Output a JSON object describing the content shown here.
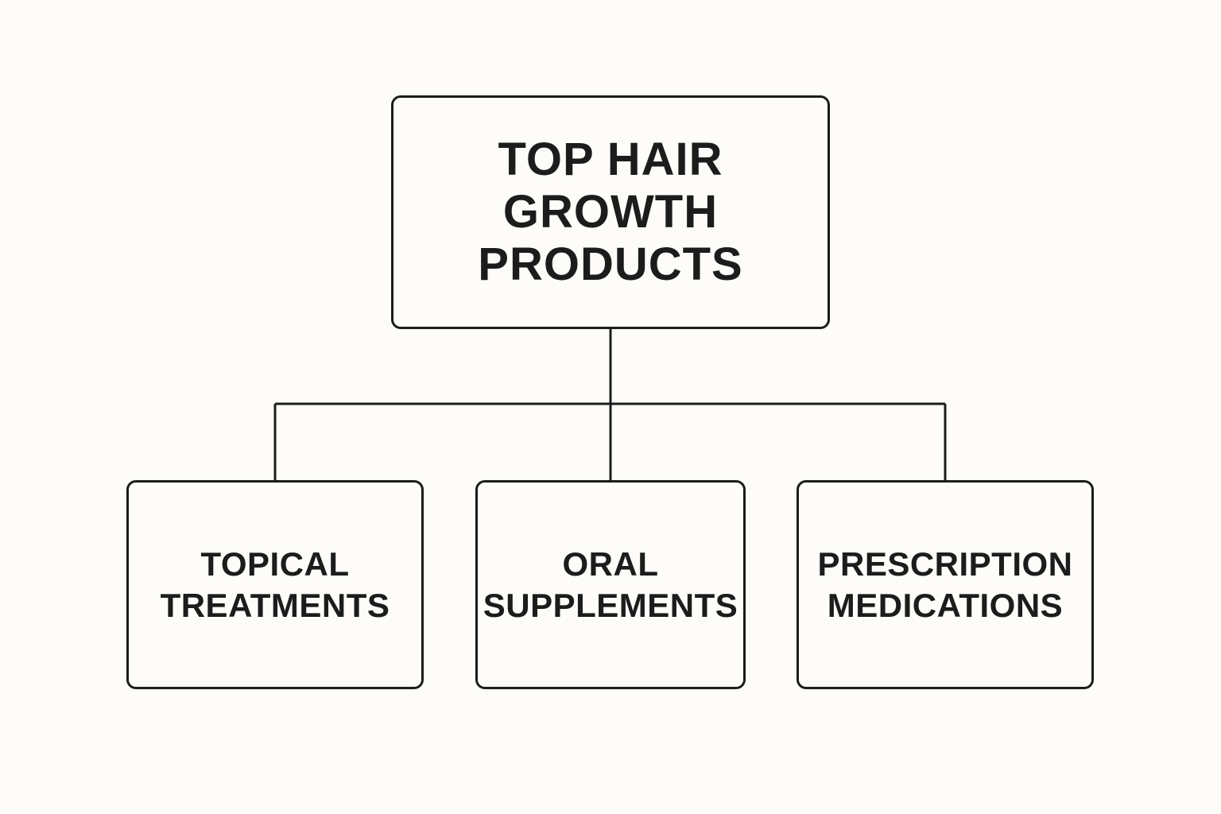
{
  "root": {
    "lines": [
      "TOP HAIR",
      "GROWTH",
      "PRODUCTS"
    ]
  },
  "children": [
    {
      "lines": [
        "TOPICAL",
        "TREATMENTS"
      ]
    },
    {
      "lines": [
        "ORAL",
        "SUPPLEMENTS"
      ]
    },
    {
      "lines": [
        "PRESCRIPTION",
        "MEDICATIONS"
      ]
    }
  ],
  "colors": {
    "stroke": "#1c1c1c",
    "background": "#fdfcf8"
  }
}
